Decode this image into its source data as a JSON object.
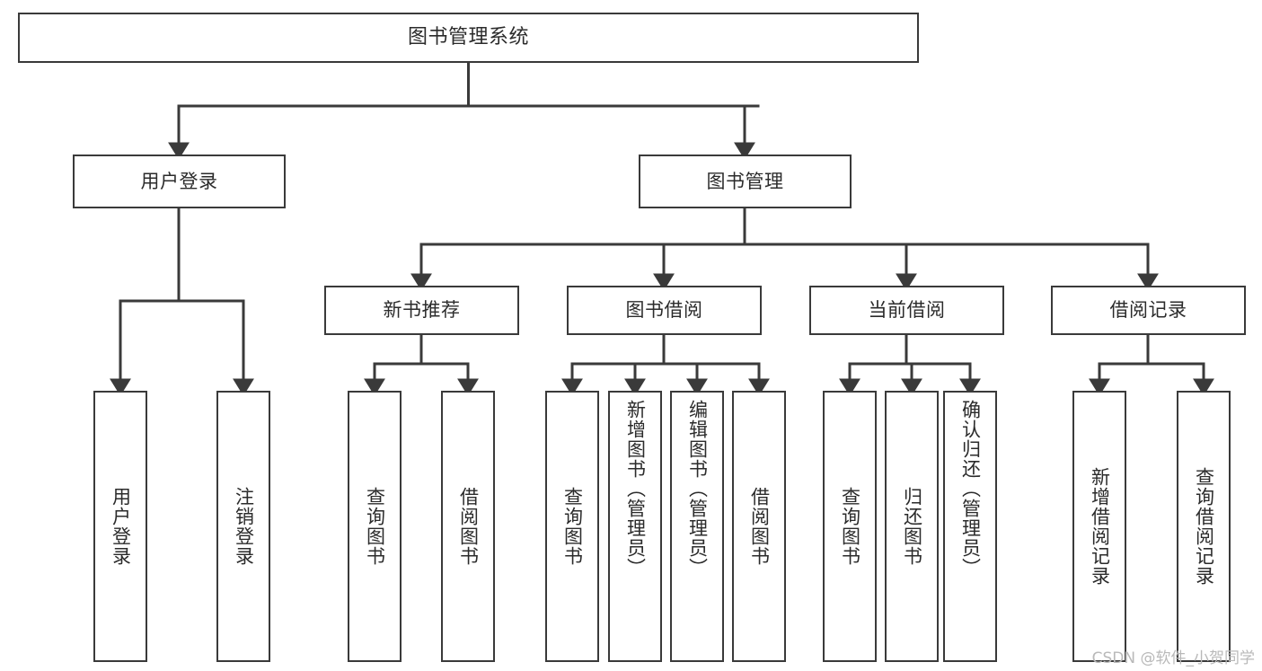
{
  "diagram": {
    "type": "tree",
    "title_text": "图书管理系统",
    "watermark": "CSDN @软件_小贺同学",
    "colors": {
      "box_border": "#3a3a3a",
      "box_fill": "#ffffff",
      "connector": "#3a3a3a",
      "text": "#2b2b2b",
      "watermark": "#b9b9b9",
      "background": "#ffffff"
    },
    "nodes": {
      "root": {
        "label": "图书管理系统"
      },
      "level2": [
        {
          "id": "user-login",
          "label": "用户登录"
        },
        {
          "id": "book-manage",
          "label": "图书管理"
        }
      ],
      "level3": [
        {
          "id": "new-book-recommend",
          "label": "新书推荐"
        },
        {
          "id": "book-borrow",
          "label": "图书借阅"
        },
        {
          "id": "current-borrow",
          "label": "当前借阅"
        },
        {
          "id": "borrow-record",
          "label": "借阅记录"
        }
      ],
      "leaves": {
        "user_login": [
          {
            "id": "leaf-user-login",
            "label": "用户登录"
          },
          {
            "id": "leaf-logout-login",
            "label": "注销登录"
          }
        ],
        "new_book_recommend": [
          {
            "id": "leaf-query-book-1",
            "label": "查询图书"
          },
          {
            "id": "leaf-borrow-book-1",
            "label": "借阅图书"
          }
        ],
        "book_borrow": [
          {
            "id": "leaf-query-book-2",
            "label": "查询图书"
          },
          {
            "id": "leaf-add-book-admin",
            "label": "新增图书（管理员）"
          },
          {
            "id": "leaf-edit-book-admin",
            "label": "编辑图书（管理员）"
          },
          {
            "id": "leaf-borrow-book-2",
            "label": "借阅图书"
          }
        ],
        "current_borrow": [
          {
            "id": "leaf-query-book-3",
            "label": "查询图书"
          },
          {
            "id": "leaf-return-book",
            "label": "归还图书"
          },
          {
            "id": "leaf-confirm-return-admin",
            "label": "确认归还（管理员）"
          }
        ],
        "borrow_record": [
          {
            "id": "leaf-add-borrow-record",
            "label": "新增借阅记录"
          },
          {
            "id": "leaf-query-borrow-record",
            "label": "查询借阅记录"
          }
        ]
      }
    }
  }
}
